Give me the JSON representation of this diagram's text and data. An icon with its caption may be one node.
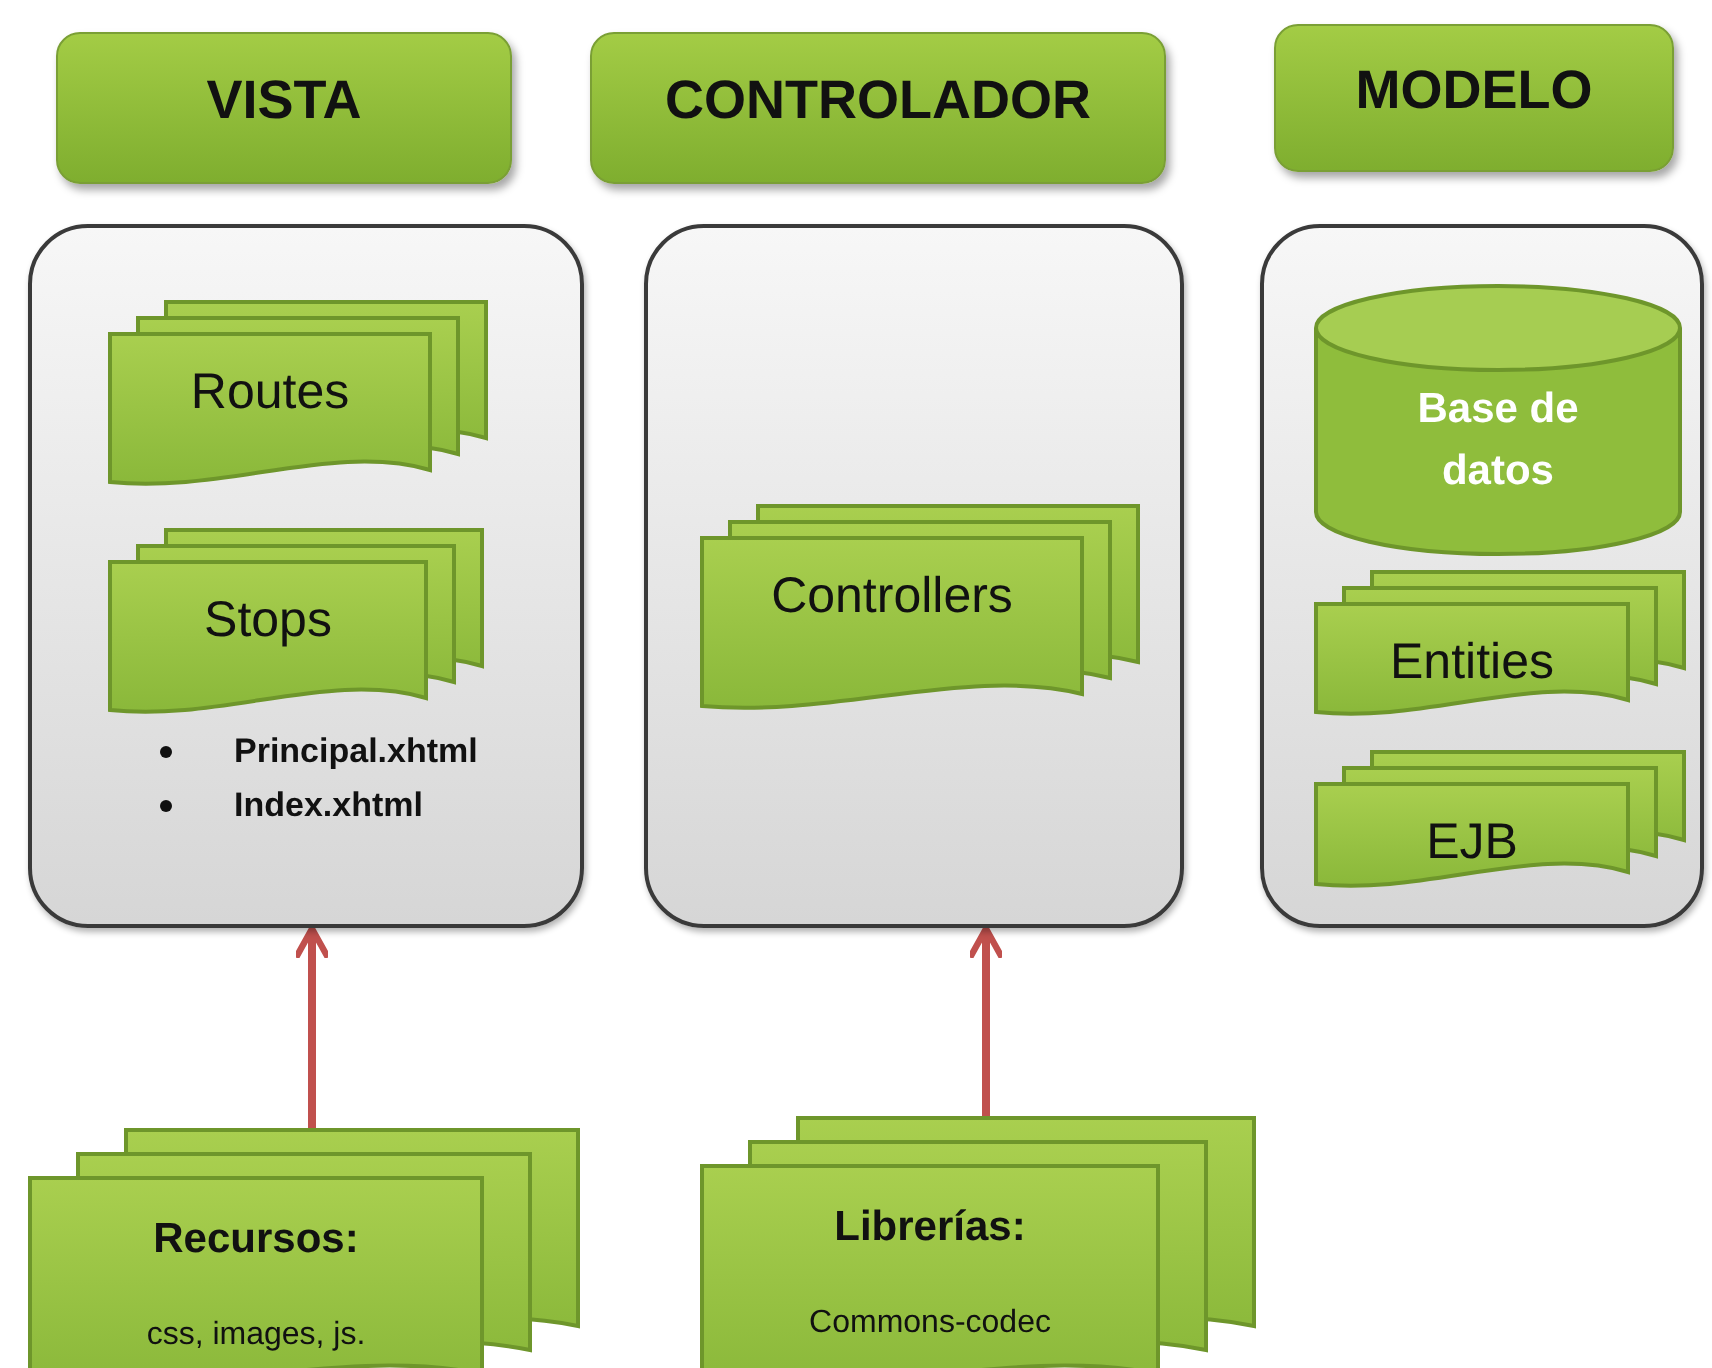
{
  "diagram": {
    "nodes": [
      {
        "text": [
          "VISTA"
        ]
      },
      {
        "text": [
          "CONTROLADOR"
        ]
      },
      {
        "text": [
          "MODELO"
        ]
      },
      {
        "text": [],
        "shape": "box"
      },
      {
        "text": [
          "Routes"
        ],
        "in": 3
      },
      {
        "text": [
          "Stops"
        ],
        "in": 3,
        "beside": [
          "Principal.xhtml",
          "Index.xhtml"
        ]
      },
      {
        "text": [],
        "shape": "box"
      },
      {
        "text": [
          "Controllers"
        ],
        "in": 6
      },
      {
        "text": [],
        "shape": "box"
      },
      {
        "text": [
          "Base de datos"
        ],
        "in": 8
      },
      {
        "text": [
          "Entities"
        ],
        "in": 8
      },
      {
        "text": [
          "EJB"
        ],
        "in": 8
      },
      {
        "text": [
          "Recursos:",
          "css, images, js."
        ]
      },
      {
        "text": [
          "Librerías:",
          "Commons-codec"
        ]
      }
    ],
    "edges": [
      {
        "from": 12,
        "to": 3,
        "arrow": "to",
        "color": "#c0504d"
      },
      {
        "from": 13,
        "to": 6,
        "arrow": "to",
        "color": "#c0504d"
      }
    ]
  }
}
